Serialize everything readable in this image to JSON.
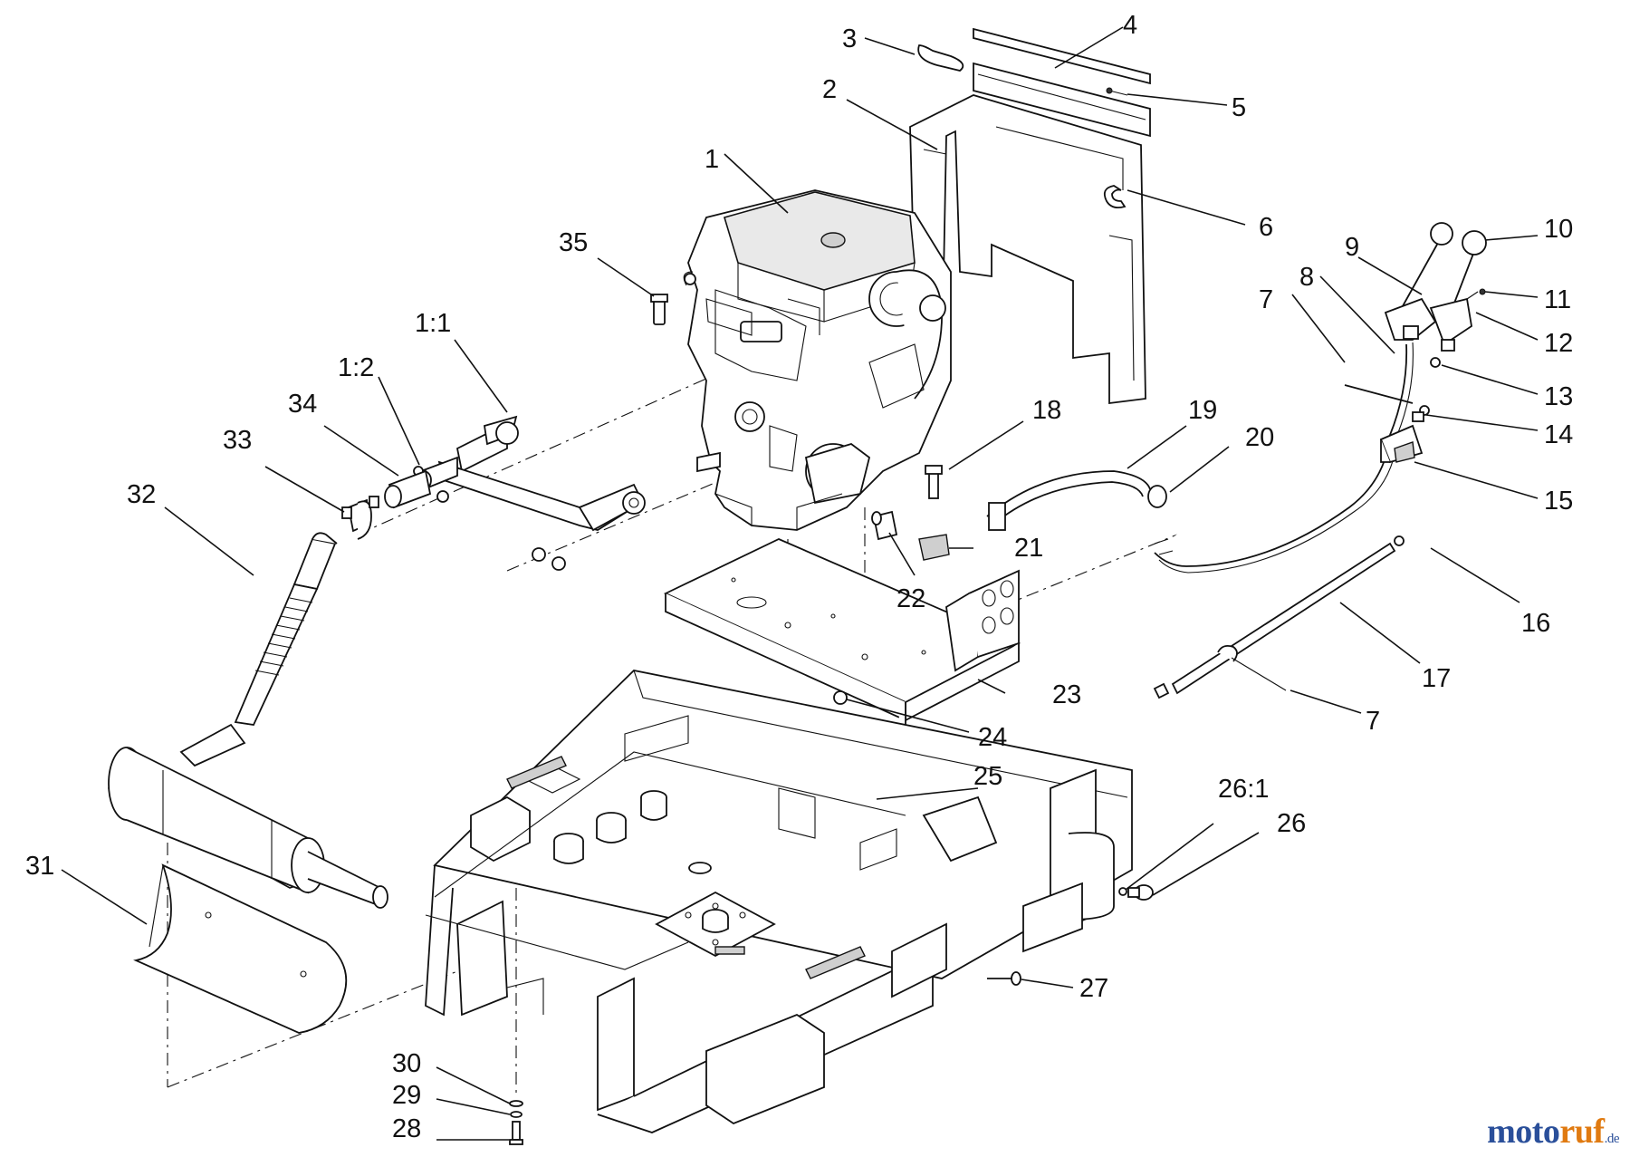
{
  "callouts": [
    {
      "id": "c1",
      "text": "1"
    },
    {
      "id": "c2",
      "text": "2"
    },
    {
      "id": "c3",
      "text": "3"
    },
    {
      "id": "c4",
      "text": "4"
    },
    {
      "id": "c5",
      "text": "5"
    },
    {
      "id": "c6",
      "text": "6"
    },
    {
      "id": "c7a",
      "text": "7"
    },
    {
      "id": "c7b",
      "text": "7"
    },
    {
      "id": "c8",
      "text": "8"
    },
    {
      "id": "c9",
      "text": "9"
    },
    {
      "id": "c10",
      "text": "10"
    },
    {
      "id": "c11",
      "text": "11"
    },
    {
      "id": "c12",
      "text": "12"
    },
    {
      "id": "c13",
      "text": "13"
    },
    {
      "id": "c14",
      "text": "14"
    },
    {
      "id": "c15",
      "text": "15"
    },
    {
      "id": "c16",
      "text": "16"
    },
    {
      "id": "c17",
      "text": "17"
    },
    {
      "id": "c18",
      "text": "18"
    },
    {
      "id": "c19",
      "text": "19"
    },
    {
      "id": "c20",
      "text": "20"
    },
    {
      "id": "c21",
      "text": "21"
    },
    {
      "id": "c22",
      "text": "22"
    },
    {
      "id": "c23",
      "text": "23"
    },
    {
      "id": "c24",
      "text": "24"
    },
    {
      "id": "c25",
      "text": "25"
    },
    {
      "id": "c26",
      "text": "26"
    },
    {
      "id": "c26_1",
      "text": "26:1"
    },
    {
      "id": "c27",
      "text": "27"
    },
    {
      "id": "c28",
      "text": "28"
    },
    {
      "id": "c29",
      "text": "29"
    },
    {
      "id": "c30",
      "text": "30"
    },
    {
      "id": "c31",
      "text": "31"
    },
    {
      "id": "c32",
      "text": "32"
    },
    {
      "id": "c33",
      "text": "33"
    },
    {
      "id": "c34",
      "text": "34"
    },
    {
      "id": "c35",
      "text": "35"
    },
    {
      "id": "c1_1",
      "text": "1:1"
    },
    {
      "id": "c1_2",
      "text": "1:2"
    }
  ],
  "watermark": {
    "brand_main": "moto",
    "brand_accent": "ruf",
    "brand_suffix": ".de"
  },
  "colors": {
    "line": "#111111",
    "background": "#ffffff",
    "brand_blue": "#2a4f9a",
    "brand_orange": "#e07a10"
  }
}
